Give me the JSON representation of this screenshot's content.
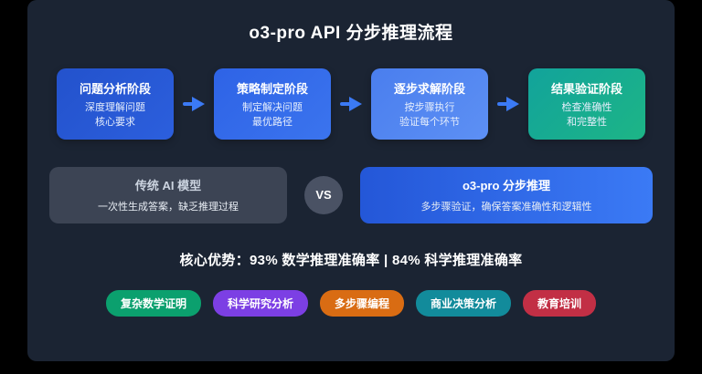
{
  "title": "o3-pro API 分步推理流程",
  "stages": [
    {
      "title": "问题分析阶段",
      "line1": "深度理解问题",
      "line2": "核心要求",
      "color": "#2352cc"
    },
    {
      "title": "策略制定阶段",
      "line1": "制定解决问题",
      "line2": "最优路径",
      "color": "#2e63e6"
    },
    {
      "title": "逐步求解阶段",
      "line1": "按步骤执行",
      "line2": "验证每个环节",
      "color": "#4a7eee"
    },
    {
      "title": "结果验证阶段",
      "line1": "检查准确性",
      "line2": "和完整性",
      "color": "#12a39b"
    }
  ],
  "comparison": {
    "left": {
      "title": "传统 AI 模型",
      "desc": "一次性生成答案，缺乏推理过程"
    },
    "vs": "VS",
    "right": {
      "title": "o3-pro 分步推理",
      "desc": "多步骤验证，确保答案准确性和逻辑性"
    }
  },
  "stats": "核心优势：93% 数学推理准确率 | 84% 科学推理准确率",
  "badges": [
    {
      "label": "复杂数学证明",
      "color": "#0ba06e"
    },
    {
      "label": "科学研究分析",
      "color": "#7c3fe4"
    },
    {
      "label": "多步骤编程",
      "color": "#d96c13"
    },
    {
      "label": "商业决策分析",
      "color": "#128b9b"
    },
    {
      "label": "教育培训",
      "color": "#c22f45"
    }
  ],
  "colors": {
    "page_background": "#000000",
    "card_background": "#1b2433",
    "arrow": "#3b7af5",
    "traditional_box": "#3c4454",
    "vs_circle": "#4a5264",
    "o3_box_gradient_start": "#2457d8",
    "o3_box_gradient_end": "#3b7af5"
  }
}
